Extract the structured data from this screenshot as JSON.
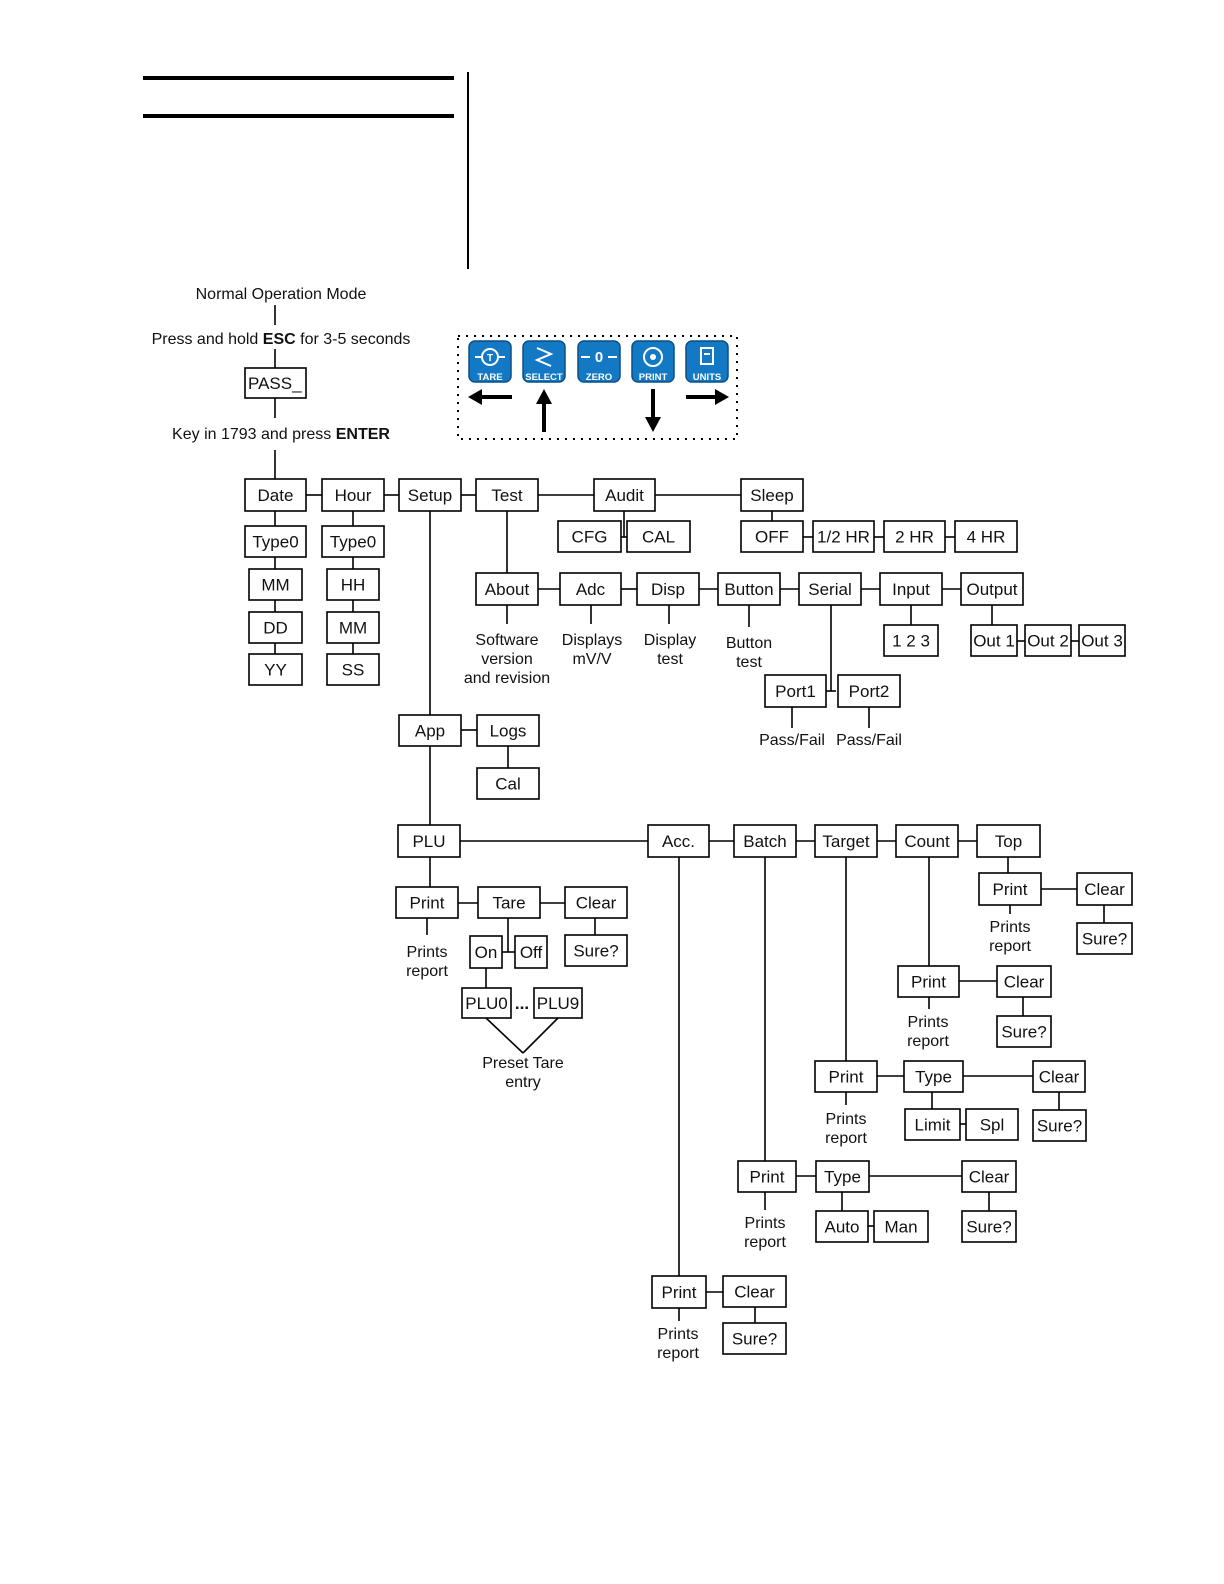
{
  "intro": {
    "normal_mode": "Normal Operation Mode",
    "press_hold_pre": "Press and hold ",
    "press_hold_key": "ESC",
    "press_hold_post": " for 3-5 seconds",
    "password_box": "PASS_",
    "key_in_pre": "Key in 1793 and press ",
    "key_in_key": "ENTER"
  },
  "keypad": {
    "keys": [
      {
        "label": "TARE",
        "icon": "tare-icon"
      },
      {
        "label": "SELECT",
        "icon": "select-icon"
      },
      {
        "label": "ZERO",
        "icon": "zero-icon"
      },
      {
        "label": "PRINT",
        "icon": "print-icon"
      },
      {
        "label": "UNITS",
        "icon": "units-icon"
      }
    ],
    "arrows": [
      "arrow-left-icon",
      "arrow-up-icon",
      "arrow-down-icon",
      "arrow-right-icon"
    ]
  },
  "menu": {
    "date": {
      "label": "Date",
      "type": "Type0",
      "items": [
        "MM",
        "DD",
        "YY"
      ]
    },
    "hour": {
      "label": "Hour",
      "type": "Type0",
      "items": [
        "HH",
        "MM",
        "SS"
      ]
    },
    "setup": "Setup",
    "test": {
      "label": "Test",
      "about": {
        "label": "About",
        "desc": [
          "Software",
          "version",
          "and revision"
        ]
      },
      "adc": {
        "label": "Adc",
        "desc": [
          "Displays",
          "mV/V"
        ]
      },
      "disp": {
        "label": "Disp",
        "desc": [
          "Display",
          "test"
        ]
      },
      "button": {
        "label": "Button",
        "desc": [
          "Button",
          "test"
        ]
      },
      "serial": {
        "label": "Serial",
        "port1": "Port1",
        "port2": "Port2",
        "pass_fail": "Pass/Fail"
      },
      "input": {
        "label": "Input",
        "values": "1  2  3"
      },
      "output": {
        "label": "Output",
        "values": [
          "Out 1",
          "Out 2",
          "Out 3"
        ]
      }
    },
    "audit": {
      "label": "Audit",
      "cfg": "CFG",
      "cal": "CAL"
    },
    "sleep": {
      "label": "Sleep",
      "options": [
        "OFF",
        "1/2 HR",
        "2 HR",
        "4 HR"
      ]
    },
    "app": {
      "label": "App",
      "logs": "Logs",
      "cal": "Cal"
    },
    "plu": {
      "label": "PLU",
      "print": "Print",
      "tare": "Tare",
      "clear": "Clear",
      "sure": "Sure?",
      "on": "On",
      "off": "Off",
      "plu0": "PLU0",
      "ellipsis": "...",
      "plu9": "PLU9",
      "preset": [
        "Preset Tare",
        "entry"
      ]
    },
    "acc": {
      "label": "Acc.",
      "print": "Print",
      "clear": "Clear",
      "sure": "Sure?"
    },
    "batch": {
      "label": "Batch",
      "print": "Print",
      "type": "Type",
      "clear": "Clear",
      "sure": "Sure?",
      "auto": "Auto",
      "man": "Man"
    },
    "target": {
      "label": "Target",
      "print": "Print",
      "type": "Type",
      "clear": "Clear",
      "sure": "Sure?",
      "limit": "Limit",
      "spl": "Spl"
    },
    "count": {
      "label": "Count",
      "print": "Print",
      "clear": "Clear",
      "sure": "Sure?"
    },
    "top": {
      "label": "Top",
      "print": "Print",
      "clear": "Clear",
      "sure": "Sure?"
    },
    "prints_report": [
      "Prints",
      "report"
    ]
  }
}
